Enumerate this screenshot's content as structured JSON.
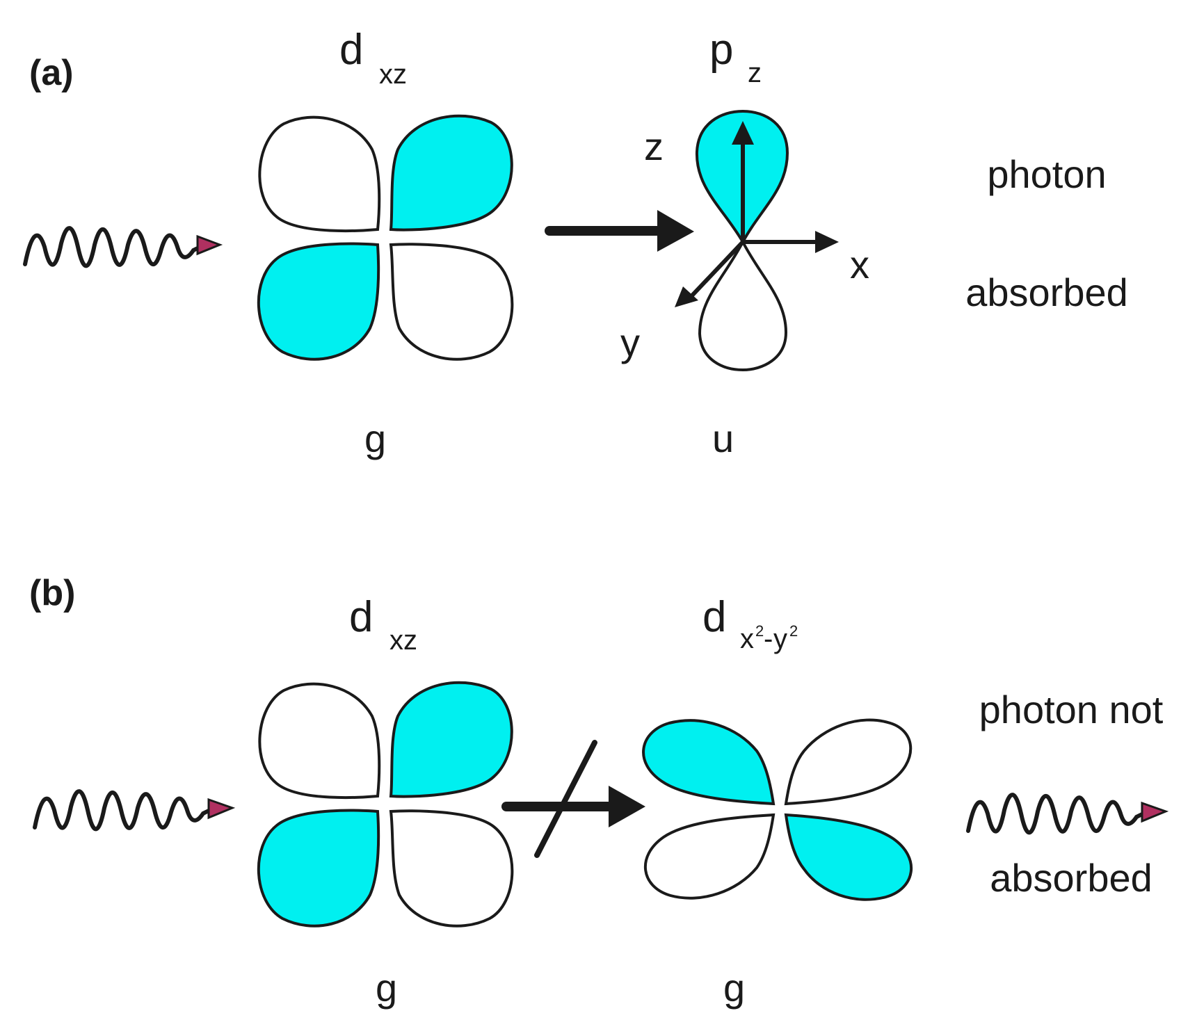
{
  "colors": {
    "lobe_fill": "#00f0f0",
    "outline": "#1a1a1a",
    "photon_head": "#b03060",
    "background": "#ffffff"
  },
  "panel_a": {
    "label": "(a)",
    "initial_orbital": {
      "main": "d",
      "sub": "xz",
      "parity": "g"
    },
    "final_orbital": {
      "main": "p",
      "sub": "z",
      "parity": "u"
    },
    "axes": {
      "z": "z",
      "x": "x",
      "y": "y"
    },
    "result_line1": "photon",
    "result_line2": "absorbed",
    "transition": "allowed"
  },
  "panel_b": {
    "label": "(b)",
    "initial_orbital": {
      "main": "d",
      "sub_base": "x",
      "sub": "xz",
      "parity": "g"
    },
    "final_orbital": {
      "main": "d",
      "sub_x": "x",
      "sup_1": "2",
      "dash": "-",
      "sub_y": "y",
      "sup_2": "2",
      "parity": "g"
    },
    "result_line1": "photon not",
    "result_line2": "absorbed",
    "transition": "forbidden"
  },
  "icons": [
    "photon-wave-icon",
    "transition-arrow-icon",
    "forbidden-slash-icon"
  ]
}
